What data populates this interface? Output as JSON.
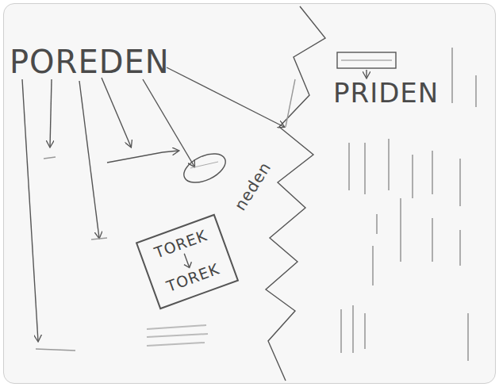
{
  "diagram": {
    "nodes": [
      {
        "text": [
          "TOREK",
          "TOREK"
        ]
      }
    ],
    "labels": [
      "POREDEN",
      "PRIDEN",
      "neden"
    ]
  }
}
